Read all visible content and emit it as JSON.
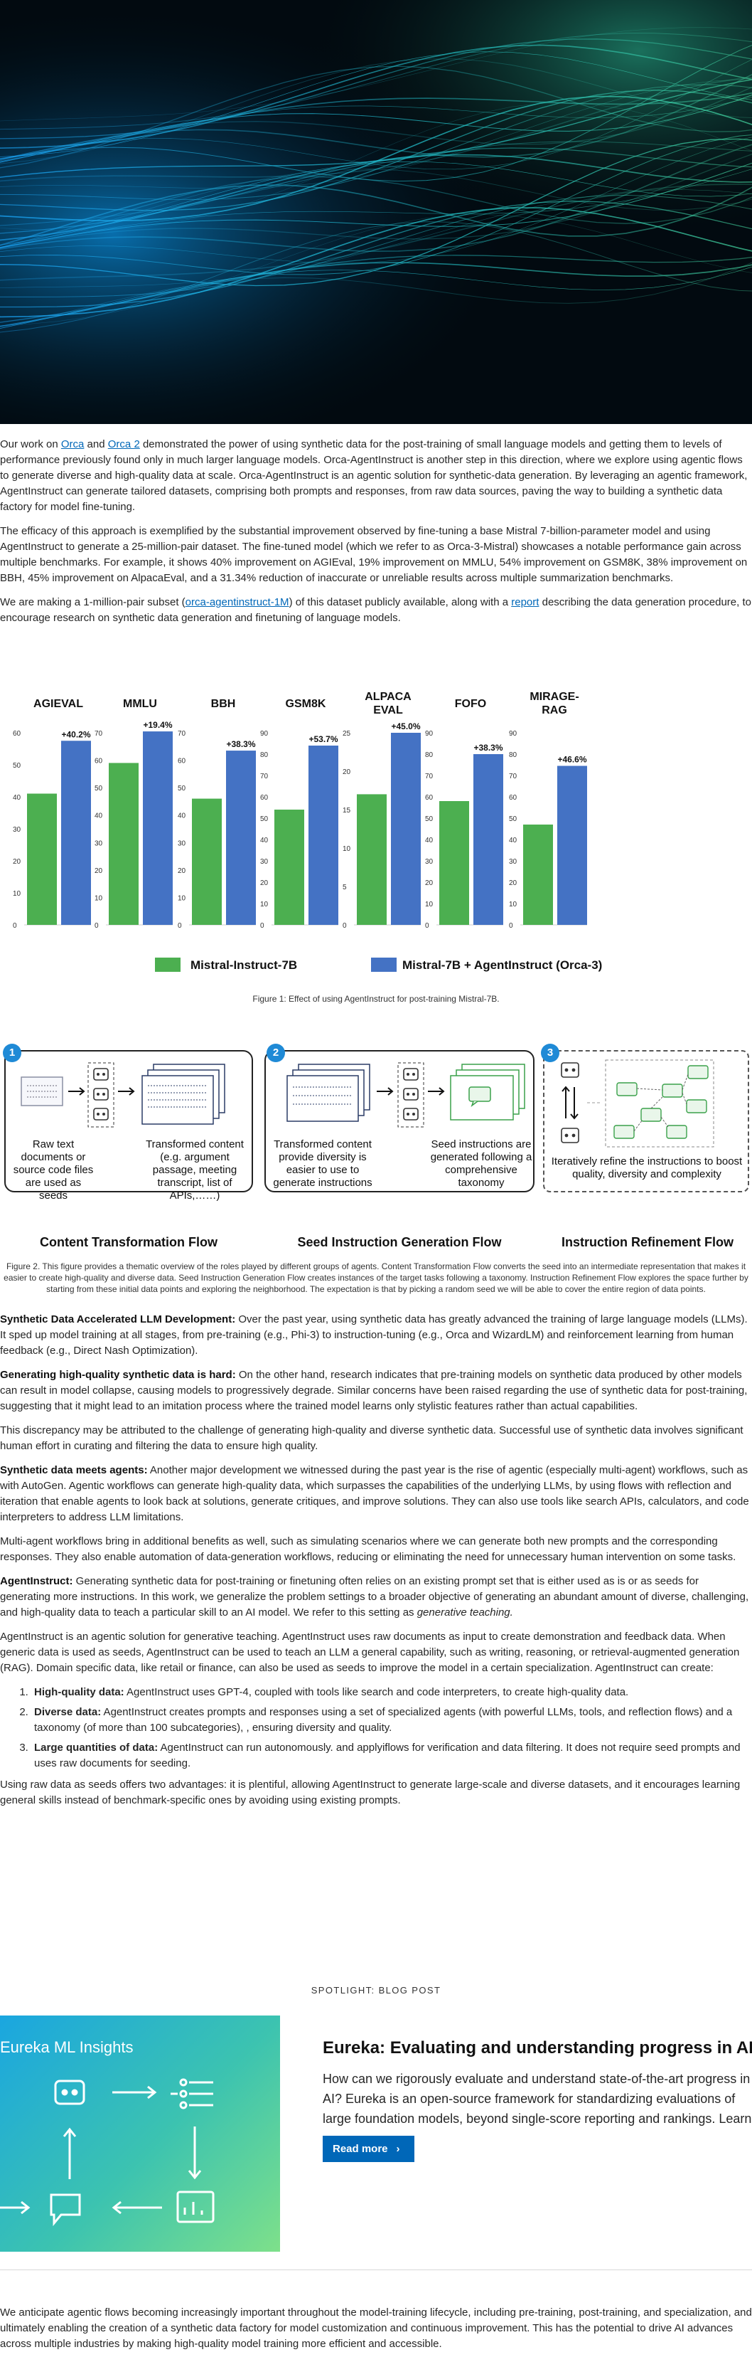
{
  "intro": {
    "p1": [
      "Our work on ",
      "Orca",
      " and ",
      "Orca 2",
      " demonstrated the power of using synthetic data for the post-training of small language models and getting them to levels of performance previously found only in much larger language models. Orca-AgentInstruct is another step in this direction, where we explore using agentic flows to generate diverse and high-quality data at scale. Orca-AgentInstruct is an agentic solution for synthetic-data generation. By leveraging an agentic framework, AgentInstruct can generate tailored datasets, comprising both prompts and responses, from raw data sources, paving the way to building a synthetic data factory for model fine-tuning."
    ],
    "p2": "The efficacy of this approach is exemplified by the substantial improvement observed by fine-tuning a base Mistral 7-billion-parameter model and using AgentInstruct to generate a 25-million-pair dataset. The fine-tuned model (which we refer to as Orca-3-Mistral) showcases a notable performance gain across multiple benchmarks. For example, it shows 40% improvement on AGIEval, 19% improvement on MMLU, 54% improvement on GSM8K, 38% improvement on BBH, 45% improvement on AlpacaEval, and a 31.34% reduction of inaccurate or unreliable results across multiple summarization benchmarks.",
    "p3": [
      "We are making a 1-million-pair subset (",
      "orca-agentinstruct-1M",
      ") of this dataset publicly available, along with a ",
      "report",
      " describing the data generation procedure, to encourage research on synthetic data generation and finetuning of language models."
    ]
  },
  "chart_data": {
    "type": "bar",
    "categories": [
      "AGIEVAL",
      "MMLU",
      "BBH",
      "GSM8K",
      "ALPACA EVAL",
      "FOFO",
      "MIRAGE-RAG"
    ],
    "series": [
      {
        "name": "Mistral-Instruct-7B",
        "values": [
          41,
          59,
          46,
          54,
          17,
          58,
          47
        ]
      },
      {
        "name": "Mistral-7B + AgentInstruct (Orca-3)",
        "values": [
          57.5,
          70.5,
          63.5,
          84,
          25,
          80,
          74.5
        ]
      }
    ],
    "improvements": [
      "+40.2%",
      "+19.4%",
      "+38.3%",
      "+53.7%",
      "+45.0%",
      "+38.3%",
      "+46.6%"
    ],
    "panels": [
      {
        "title": "AGIEVAL",
        "ymax": 60,
        "step": 10
      },
      {
        "title": "MMLU",
        "ymax": 70,
        "step": 10
      },
      {
        "title": "BBH",
        "ymax": 70,
        "step": 10
      },
      {
        "title": "GSM8K",
        "ymax": 90,
        "step": 10
      },
      {
        "title": "ALPACA\nEVAL",
        "ymax": 25,
        "step": 5
      },
      {
        "title": "FOFO",
        "ymax": 90,
        "step": 10
      },
      {
        "title": "MIRAGE-\nRAG",
        "ymax": 90,
        "step": 10
      }
    ],
    "colors": {
      "base": "#4caf50",
      "orca": "#4472c4"
    },
    "legend": "bottom",
    "grid": false
  },
  "fig1_caption": "Figure 1: Effect of using AgentInstruct for post-training Mistral-7B.",
  "flows": [
    {
      "num": "1",
      "title": "Content Transformation Flow",
      "text1": "Raw text documents or source code files are used as seeds",
      "text2": "Transformed content (e.g. argument passage, meeting transcript, list of APIs,……)"
    },
    {
      "num": "2",
      "title": "Seed Instruction Generation Flow",
      "text1": "Transformed content provide diversity is easier to use to generate instructions",
      "text2": "Seed instructions are generated following a comprehensive taxonomy"
    },
    {
      "num": "3",
      "title": "Instruction Refinement Flow",
      "text1": "Iteratively refine the instructions to boost quality, diversity and complexity"
    }
  ],
  "fig2_caption": "Figure 2. This figure provides a thematic overview of the roles played by different groups of agents. Content Transformation Flow converts the seed into an intermediate representation that makes it easier to create high-quality and diverse data. Seed Instruction Generation Flow creates instances of the target tasks following a taxonomy. Instruction Refinement Flow explores the space further by starting from these initial data points and exploring the neighborhood. The expectation is that by picking a random seed we will be able to cover the entire region of data points.",
  "body": {
    "s1_head": "Synthetic Data Accelerated LLM Development:",
    "s1": " Over the past year, using synthetic data has greatly advanced the training of large language models (LLMs). It sped up model training at all stages, from pre-training (e.g., Phi-3) to instruction-tuning (e.g., Orca and WizardLM) and reinforcement learning from human feedback (e.g., Direct Nash Optimization).",
    "s2_head": "Generating high-quality synthetic data is hard:",
    "s2": " On the other hand, research indicates that pre-training models on synthetic data produced by other models can result in model collapse, causing models to progressively degrade. Similar concerns have been raised regarding the use of synthetic data for post-training, suggesting that it might lead to an imitation process where the trained model learns only stylistic features rather than actual capabilities.",
    "s3": "This discrepancy may be attributed to the challenge of generating high-quality and diverse synthetic data.  Successful use of synthetic data involves significant human effort in curating and filtering the data to ensure high quality.",
    "s4_head": "Synthetic data meets agents:",
    "s4": " Another major development we witnessed during the past year is the rise of agentic (especially multi-agent) workflows, such as with AutoGen. Agentic workflows can generate high-quality data, which surpasses the capabilities of the underlying LLMs, by using flows with reflection and iteration that enable agents to look back at solutions, generate critiques, and improve solutions. They can also use tools like search APIs, calculators, and code interpreters to address LLM limitations.",
    "s5": "Multi-agent workflows bring in additional benefits as well, such as simulating scenarios where we can generate both new prompts and the corresponding responses. They also enable automation of data-generation workflows, reducing or eliminating the need for unnecessary human intervention on some tasks.",
    "s6_head": "AgentInstruct:",
    "s6": " Generating synthetic data for post-training or finetuning often relies on an existing prompt set that is either used as is or as seeds for generating more instructions. In this work, we generalize the problem settings to a broader objective of generating an abundant amount of diverse, challenging, and high-quality data to teach a particular skill to an AI model. We refer to this setting as ",
    "s6_em": "generative teaching.",
    "s7": "AgentInstruct is an agentic solution for generative teaching. AgentInstruct uses raw documents as input to create demonstration and feedback data. When generic data is used as seeds, AgentInstruct can be used to teach an LLM a general capability, such as writing, reasoning, or retrieval-augmented generation (RAG). Domain specific data, like retail or finance, can also be used as seeds to improve the model in a certain specialization. AgentInstruct can create:",
    "list": [
      {
        "head": "High-quality data:",
        "text": " AgentInstruct uses GPT-4, coupled with tools like search and code interpreters, to create high-quality data."
      },
      {
        "head": "Diverse data:",
        "text": " AgentInstruct creates prompts and responses using a set of specialized agents (with powerful LLMs, tools, and reflection flows) and a taxonomy (of more than 100 subcategories), , ensuring diversity and quality."
      },
      {
        "head": "Large quantities of data:",
        "text": " AgentInstruct can run autonomously. and applyiflows for verification and data filtering. It does not require seed prompts and uses raw documents for seeding."
      }
    ],
    "s8": "Using raw data as seeds offers two advantages: it is plentiful, allowing AgentInstruct to generate large-scale and diverse datasets, and it encourages learning general skills instead of benchmark-specific ones by avoiding using existing prompts."
  },
  "spotlight": {
    "label": "SPOTLIGHT: BLOG POST",
    "card_label": "Eureka ML Insights",
    "title": "Eureka: Evaluating and understanding progress in AI",
    "desc": "How can we rigorously evaluate and understand state-of-the-art progress in AI? Eureka is an open-source framework for standardizing evaluations of large foundation models, beyond single-score reporting and rankings. Learn more about the extended findings.",
    "button": "Read more"
  },
  "closing": "We anticipate agentic flows becoming increasingly important throughout the model-training lifecycle, including pre-training, post-training, and specialization, and ultimately enabling the creation of a synthetic data factory for model customization and continuous improvement. This has the potential to drive AI advances across multiple industries by making high-quality model training more efficient and accessible."
}
